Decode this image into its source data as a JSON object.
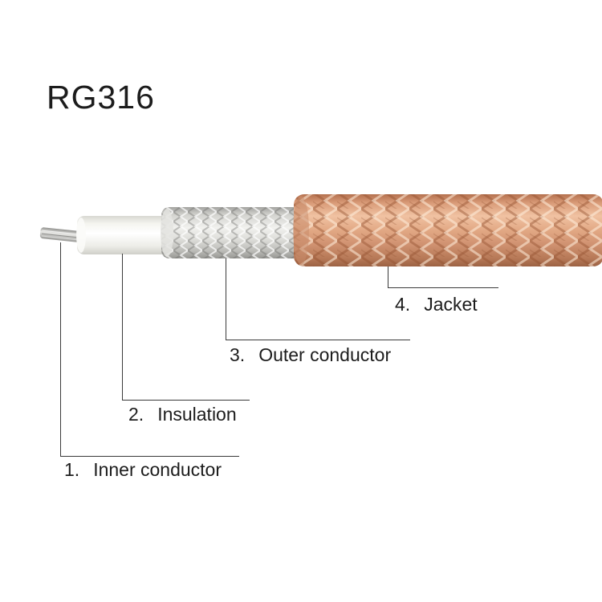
{
  "title": "RG316",
  "parts": [
    {
      "number": "1.",
      "text": "Inner conductor"
    },
    {
      "number": "2.",
      "text": "Insulation"
    },
    {
      "number": "3.",
      "text": "Outer conductor"
    },
    {
      "number": "4.",
      "text": "Jacket"
    }
  ],
  "colors": {
    "background": "#ffffff",
    "text": "#1c1c1c",
    "leader_line": "#3a3a3a",
    "jacket_copper": "#dda07e",
    "outer_conductor_silver": "#d6d6d2",
    "insulation_white": "#f6f6f2",
    "inner_conductor_silver": "#c9c9c5"
  }
}
